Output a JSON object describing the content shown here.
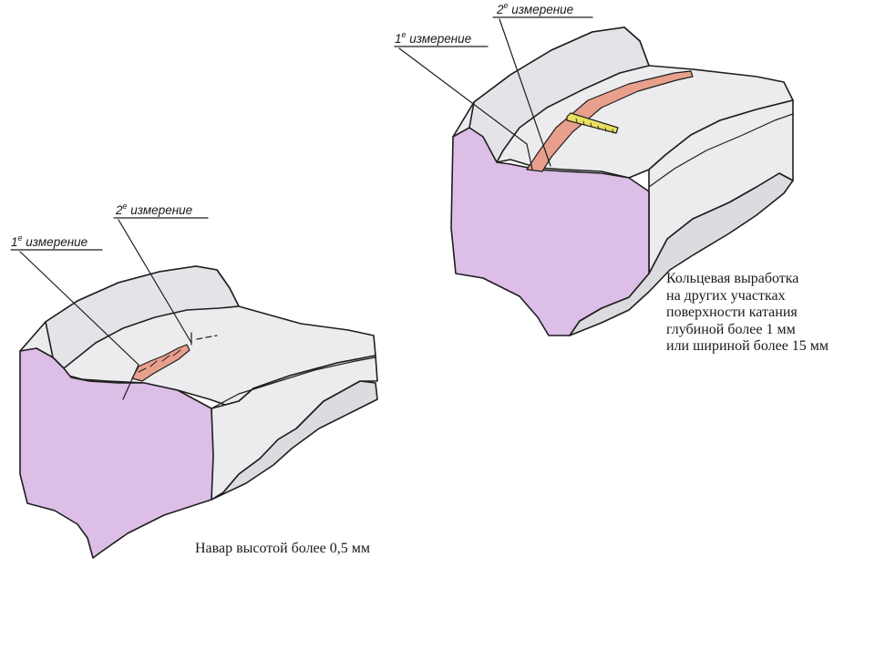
{
  "colors": {
    "metal": "#ececef",
    "metal_dark": "#dcdce0",
    "section": "#dcbee6",
    "wear": "#e8a08c",
    "ruler": "#e8e060",
    "ink": "#1e1e1e"
  },
  "left_figure": {
    "measure_1": {
      "ordinal": "1",
      "suffix": "е",
      "text": "измерение"
    },
    "measure_2": {
      "ordinal": "2",
      "suffix": "е",
      "text": "измерение"
    },
    "caption": "Навар высотой более 0,5 мм"
  },
  "right_figure": {
    "measure_1": {
      "ordinal": "1",
      "suffix": "е",
      "text": "измерение"
    },
    "measure_2": {
      "ordinal": "2",
      "suffix": "е",
      "text": "измерение"
    },
    "caption_lines": [
      "Кольцевая выработка",
      "на других участках",
      "поверхности катания",
      "глубиной более 1 мм",
      "или шириной более 15 мм"
    ]
  },
  "icons": {
    "ruler": "ruler-icon"
  }
}
